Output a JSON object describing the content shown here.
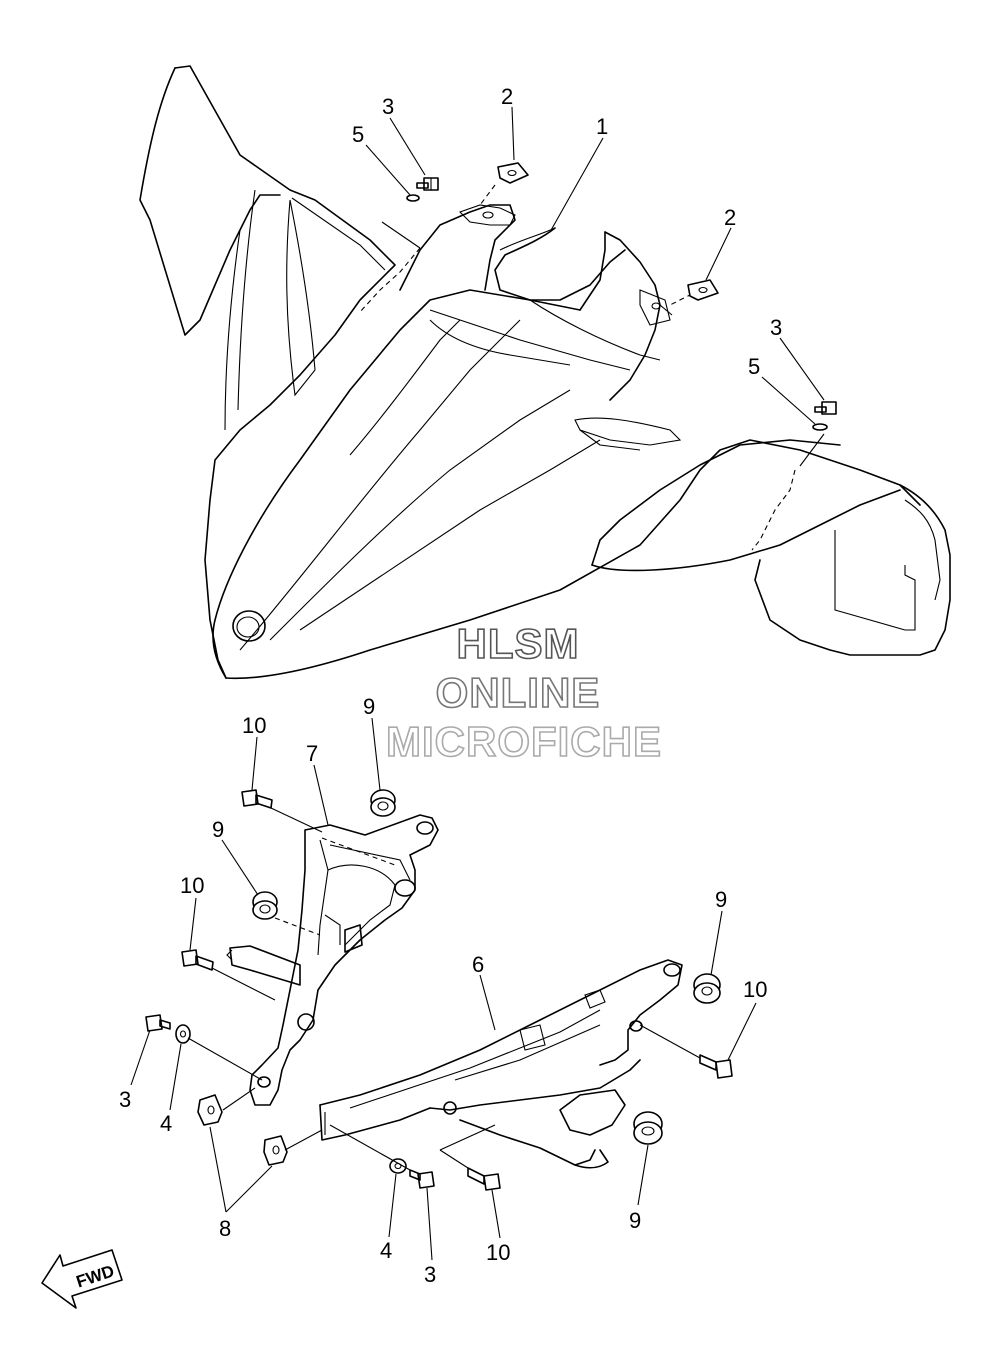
{
  "watermark": {
    "line1": "HLSM",
    "line2": "ONLINE",
    "line3": "MICROFICHE"
  },
  "direction_badge": {
    "label": "FWD",
    "icon": "arrow-icon"
  },
  "callouts": [
    {
      "id": "c1",
      "text": "1"
    },
    {
      "id": "c2a",
      "text": "2"
    },
    {
      "id": "c2b",
      "text": "2"
    },
    {
      "id": "c3a",
      "text": "3"
    },
    {
      "id": "c3b",
      "text": "3"
    },
    {
      "id": "c3c",
      "text": "3"
    },
    {
      "id": "c3d",
      "text": "3"
    },
    {
      "id": "c4a",
      "text": "4"
    },
    {
      "id": "c4b",
      "text": "4"
    },
    {
      "id": "c5a",
      "text": "5"
    },
    {
      "id": "c5b",
      "text": "5"
    },
    {
      "id": "c6",
      "text": "6"
    },
    {
      "id": "c7",
      "text": "7"
    },
    {
      "id": "c8",
      "text": "8"
    },
    {
      "id": "c9a",
      "text": "9"
    },
    {
      "id": "c9b",
      "text": "9"
    },
    {
      "id": "c9c",
      "text": "9"
    },
    {
      "id": "c9d",
      "text": "9"
    },
    {
      "id": "c10a",
      "text": "10"
    },
    {
      "id": "c10b",
      "text": "10"
    },
    {
      "id": "c10c",
      "text": "10"
    },
    {
      "id": "c10d",
      "text": "10"
    }
  ],
  "colors": {
    "line": "#000000",
    "watermark_dark": "#555555",
    "watermark_mid": "#777777",
    "watermark_light": "#aaaaaa"
  }
}
